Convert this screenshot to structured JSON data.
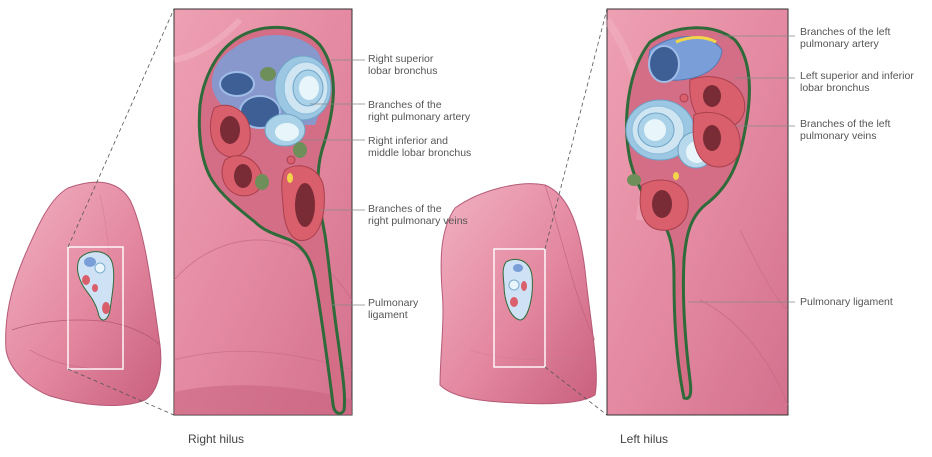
{
  "panels": {
    "right": {
      "caption": "Right hilus",
      "labels": {
        "superior_lobar_bronchus": "Right superior\nlobar bronchus",
        "pulmonary_artery": "Branches of the\nright pulmonary artery",
        "inferior_middle_bronchus": "Right inferior and\nmiddle lobar bronchus",
        "pulmonary_veins": "Branches of the\nright pulmonary veins",
        "pulmonary_ligament": "Pulmonary\nligament"
      }
    },
    "left": {
      "caption": "Left hilus",
      "labels": {
        "pulmonary_artery": "Branches of the left\npulmonary artery",
        "lobar_bronchus": "Left superior and inferior\nlobar bronchus",
        "pulmonary_veins": "Branches of the left\npulmonary veins",
        "pulmonary_ligament": "Pulmonary ligament"
      }
    }
  },
  "colors": {
    "lung_tissue": "#e58fa6",
    "lung_dark": "#c96a85",
    "artery_blue": "#7a9fd8",
    "vein_red": "#d95f6c",
    "bronchus_light": "#cfe6f2",
    "lymph_green": "#6f8f5a",
    "nerve_yellow": "#f2d54a",
    "hilum_border": "#2f6b3a"
  }
}
